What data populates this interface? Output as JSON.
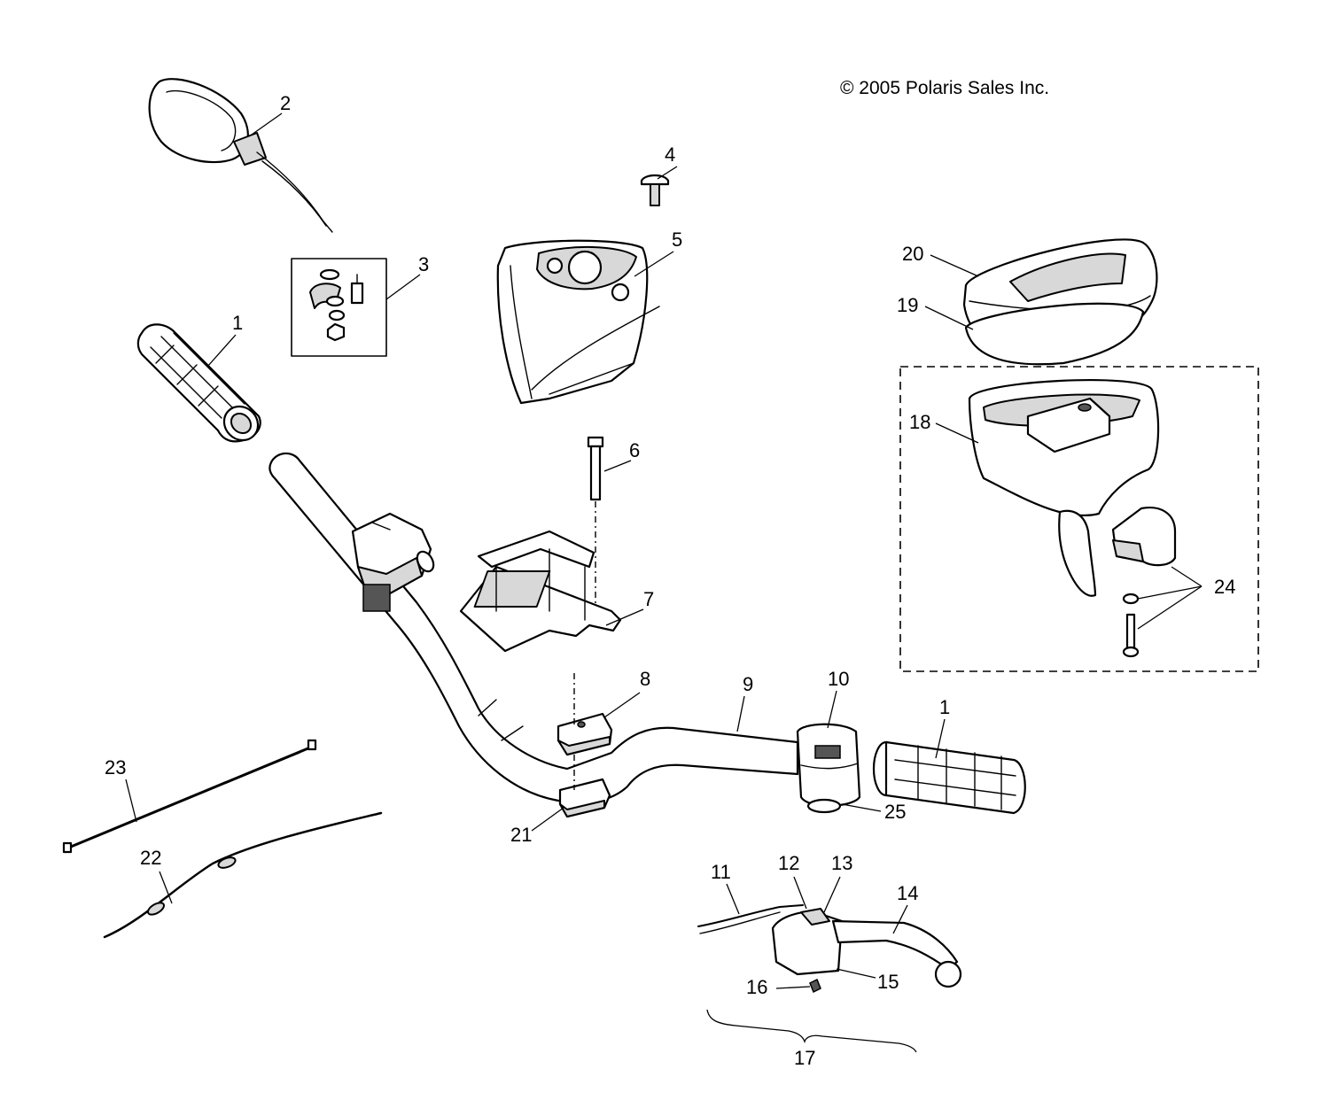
{
  "copyright": "© 2005 Polaris Sales Inc.",
  "callouts": {
    "c1a": "1",
    "c1b": "1",
    "c2": "2",
    "c3": "3",
    "c4": "4",
    "c5": "5",
    "c6": "6",
    "c7": "7",
    "c8": "8",
    "c9": "9",
    "c10": "10",
    "c11": "11",
    "c12": "12",
    "c13": "13",
    "c14": "14",
    "c15": "15",
    "c16": "16",
    "c17": "17",
    "c18": "18",
    "c19": "19",
    "c20": "20",
    "c21": "21",
    "c22": "22",
    "c23": "23",
    "c24": "24",
    "c25": "25"
  }
}
